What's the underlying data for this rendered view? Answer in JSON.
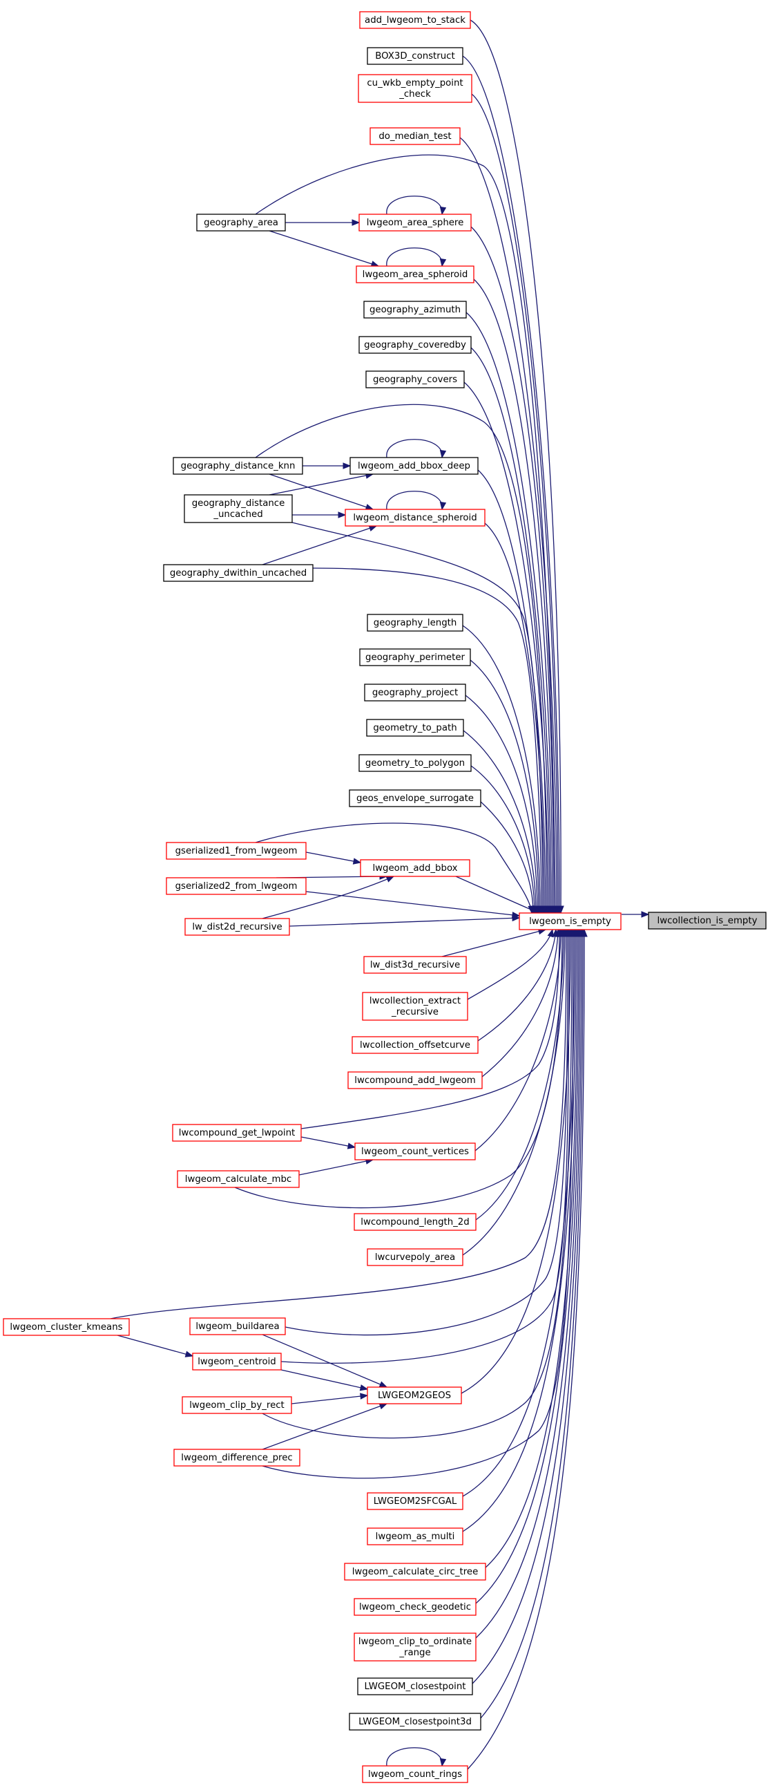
{
  "graph": {
    "edge_color": "#191970",
    "node_fill": "#ffffff",
    "focus_node_fill": "#bfbfbf",
    "border_colors": {
      "red": "#ff0000",
      "black": "#000000"
    }
  },
  "nodes": [
    {
      "id": "lwcollection_is_empty",
      "label": [
        "lwcollection_is_empty"
      ],
      "border": "black",
      "focus": true
    },
    {
      "id": "lwgeom_is_empty",
      "label": [
        "lwgeom_is_empty"
      ],
      "border": "red"
    },
    {
      "id": "add_lwgeom_to_stack",
      "label": [
        "add_lwgeom_to_stack"
      ],
      "border": "red"
    },
    {
      "id": "BOX3D_construct",
      "label": [
        "BOX3D_construct"
      ],
      "border": "black"
    },
    {
      "id": "cu_wkb_empty_point_check",
      "label": [
        "cu_wkb_empty_point",
        "_check"
      ],
      "border": "red"
    },
    {
      "id": "do_median_test",
      "label": [
        "do_median_test"
      ],
      "border": "red"
    },
    {
      "id": "geography_area",
      "label": [
        "geography_area"
      ],
      "border": "black"
    },
    {
      "id": "lwgeom_area_sphere",
      "label": [
        "lwgeom_area_sphere"
      ],
      "border": "red"
    },
    {
      "id": "lwgeom_area_spheroid",
      "label": [
        "lwgeom_area_spheroid"
      ],
      "border": "red"
    },
    {
      "id": "geography_azimuth",
      "label": [
        "geography_azimuth"
      ],
      "border": "black"
    },
    {
      "id": "geography_coveredby",
      "label": [
        "geography_coveredby"
      ],
      "border": "black"
    },
    {
      "id": "geography_covers",
      "label": [
        "geography_covers"
      ],
      "border": "black"
    },
    {
      "id": "geography_distance_knn",
      "label": [
        "geography_distance_knn"
      ],
      "border": "black"
    },
    {
      "id": "lwgeom_add_bbox_deep",
      "label": [
        "lwgeom_add_bbox_deep"
      ],
      "border": "black"
    },
    {
      "id": "geography_distance_uncached",
      "label": [
        "geography_distance",
        "_uncached"
      ],
      "border": "black"
    },
    {
      "id": "lwgeom_distance_spheroid",
      "label": [
        "lwgeom_distance_spheroid"
      ],
      "border": "red"
    },
    {
      "id": "geography_dwithin_uncached",
      "label": [
        "geography_dwithin_uncached"
      ],
      "border": "black"
    },
    {
      "id": "geography_length",
      "label": [
        "geography_length"
      ],
      "border": "black"
    },
    {
      "id": "geography_perimeter",
      "label": [
        "geography_perimeter"
      ],
      "border": "black"
    },
    {
      "id": "geography_project",
      "label": [
        "geography_project"
      ],
      "border": "black"
    },
    {
      "id": "geometry_to_path",
      "label": [
        "geometry_to_path"
      ],
      "border": "black"
    },
    {
      "id": "geometry_to_polygon",
      "label": [
        "geometry_to_polygon"
      ],
      "border": "black"
    },
    {
      "id": "geos_envelope_surrogate",
      "label": [
        "geos_envelope_surrogate"
      ],
      "border": "black"
    },
    {
      "id": "gserialized1_from_lwgeom",
      "label": [
        "gserialized1_from_lwgeom"
      ],
      "border": "red"
    },
    {
      "id": "lwgeom_add_bbox",
      "label": [
        "lwgeom_add_bbox"
      ],
      "border": "red"
    },
    {
      "id": "gserialized2_from_lwgeom",
      "label": [
        "gserialized2_from_lwgeom"
      ],
      "border": "red"
    },
    {
      "id": "lw_dist2d_recursive",
      "label": [
        "lw_dist2d_recursive"
      ],
      "border": "red"
    },
    {
      "id": "lw_dist3d_recursive",
      "label": [
        "lw_dist3d_recursive"
      ],
      "border": "red"
    },
    {
      "id": "lwcollection_extract_recursive",
      "label": [
        "lwcollection_extract",
        "_recursive"
      ],
      "border": "red"
    },
    {
      "id": "lwcollection_offsetcurve",
      "label": [
        "lwcollection_offsetcurve"
      ],
      "border": "red"
    },
    {
      "id": "lwcompound_add_lwgeom",
      "label": [
        "lwcompound_add_lwgeom"
      ],
      "border": "red"
    },
    {
      "id": "lwcompound_get_lwpoint",
      "label": [
        "lwcompound_get_lwpoint"
      ],
      "border": "red"
    },
    {
      "id": "lwgeom_count_vertices",
      "label": [
        "lwgeom_count_vertices"
      ],
      "border": "red"
    },
    {
      "id": "lwgeom_calculate_mbc",
      "label": [
        "lwgeom_calculate_mbc"
      ],
      "border": "red"
    },
    {
      "id": "lwcompound_length_2d",
      "label": [
        "lwcompound_length_2d"
      ],
      "border": "red"
    },
    {
      "id": "lwcurvepoly_area",
      "label": [
        "lwcurvepoly_area"
      ],
      "border": "red"
    },
    {
      "id": "lwgeom_cluster_kmeans",
      "label": [
        "lwgeom_cluster_kmeans"
      ],
      "border": "red"
    },
    {
      "id": "lwgeom_buildarea",
      "label": [
        "lwgeom_buildarea"
      ],
      "border": "red"
    },
    {
      "id": "lwgeom_centroid",
      "label": [
        "lwgeom_centroid"
      ],
      "border": "red"
    },
    {
      "id": "LWGEOM2GEOS",
      "label": [
        "LWGEOM2GEOS"
      ],
      "border": "red"
    },
    {
      "id": "lwgeom_clip_by_rect",
      "label": [
        "lwgeom_clip_by_rect"
      ],
      "border": "red"
    },
    {
      "id": "lwgeom_difference_prec",
      "label": [
        "lwgeom_difference_prec"
      ],
      "border": "red"
    },
    {
      "id": "LWGEOM2SFCGAL",
      "label": [
        "LWGEOM2SFCGAL"
      ],
      "border": "red"
    },
    {
      "id": "lwgeom_as_multi",
      "label": [
        "lwgeom_as_multi"
      ],
      "border": "red"
    },
    {
      "id": "lwgeom_calculate_circ_tree",
      "label": [
        "lwgeom_calculate_circ_tree"
      ],
      "border": "red"
    },
    {
      "id": "lwgeom_check_geodetic",
      "label": [
        "lwgeom_check_geodetic"
      ],
      "border": "red"
    },
    {
      "id": "lwgeom_clip_to_ordinate_range",
      "label": [
        "lwgeom_clip_to_ordinate",
        "_range"
      ],
      "border": "red"
    },
    {
      "id": "LWGEOM_closestpoint",
      "label": [
        "LWGEOM_closestpoint"
      ],
      "border": "black"
    },
    {
      "id": "LWGEOM_closestpoint3d",
      "label": [
        "LWGEOM_closestpoint3d"
      ],
      "border": "black"
    },
    {
      "id": "lwgeom_count_rings",
      "label": [
        "lwgeom_count_rings"
      ],
      "border": "red"
    }
  ],
  "edges": [
    {
      "from": "lwgeom_is_empty",
      "to": "lwcollection_is_empty"
    },
    {
      "from": "add_lwgeom_to_stack",
      "to": "lwgeom_is_empty"
    },
    {
      "from": "BOX3D_construct",
      "to": "lwgeom_is_empty"
    },
    {
      "from": "cu_wkb_empty_point_check",
      "to": "lwgeom_is_empty"
    },
    {
      "from": "do_median_test",
      "to": "lwgeom_is_empty"
    },
    {
      "from": "geography_area",
      "to": "lwgeom_is_empty"
    },
    {
      "from": "geography_area",
      "to": "lwgeom_area_sphere"
    },
    {
      "from": "geography_area",
      "to": "lwgeom_area_spheroid"
    },
    {
      "from": "lwgeom_area_sphere",
      "to": "lwgeom_is_empty"
    },
    {
      "from": "lwgeom_area_sphere",
      "to": "lwgeom_area_sphere"
    },
    {
      "from": "lwgeom_area_spheroid",
      "to": "lwgeom_is_empty"
    },
    {
      "from": "lwgeom_area_spheroid",
      "to": "lwgeom_area_spheroid"
    },
    {
      "from": "geography_azimuth",
      "to": "lwgeom_is_empty"
    },
    {
      "from": "geography_coveredby",
      "to": "lwgeom_is_empty"
    },
    {
      "from": "geography_covers",
      "to": "lwgeom_is_empty"
    },
    {
      "from": "geography_distance_knn",
      "to": "lwgeom_is_empty"
    },
    {
      "from": "geography_distance_knn",
      "to": "lwgeom_add_bbox_deep"
    },
    {
      "from": "geography_distance_knn",
      "to": "lwgeom_distance_spheroid"
    },
    {
      "from": "lwgeom_add_bbox_deep",
      "to": "lwgeom_is_empty"
    },
    {
      "from": "lwgeom_add_bbox_deep",
      "to": "lwgeom_add_bbox_deep"
    },
    {
      "from": "geography_distance_uncached",
      "to": "lwgeom_add_bbox_deep"
    },
    {
      "from": "geography_distance_uncached",
      "to": "lwgeom_distance_spheroid"
    },
    {
      "from": "geography_distance_uncached",
      "to": "lwgeom_is_empty"
    },
    {
      "from": "lwgeom_distance_spheroid",
      "to": "lwgeom_is_empty"
    },
    {
      "from": "lwgeom_distance_spheroid",
      "to": "lwgeom_distance_spheroid"
    },
    {
      "from": "geography_dwithin_uncached",
      "to": "lwgeom_distance_spheroid"
    },
    {
      "from": "geography_dwithin_uncached",
      "to": "lwgeom_is_empty"
    },
    {
      "from": "geography_length",
      "to": "lwgeom_is_empty"
    },
    {
      "from": "geography_perimeter",
      "to": "lwgeom_is_empty"
    },
    {
      "from": "geography_project",
      "to": "lwgeom_is_empty"
    },
    {
      "from": "geometry_to_path",
      "to": "lwgeom_is_empty"
    },
    {
      "from": "geometry_to_polygon",
      "to": "lwgeom_is_empty"
    },
    {
      "from": "geos_envelope_surrogate",
      "to": "lwgeom_is_empty"
    },
    {
      "from": "gserialized1_from_lwgeom",
      "to": "lwgeom_is_empty"
    },
    {
      "from": "gserialized1_from_lwgeom",
      "to": "lwgeom_add_bbox"
    },
    {
      "from": "lwgeom_add_bbox",
      "to": "lwgeom_is_empty"
    },
    {
      "from": "gserialized2_from_lwgeom",
      "to": "lwgeom_add_bbox"
    },
    {
      "from": "gserialized2_from_lwgeom",
      "to": "lwgeom_is_empty"
    },
    {
      "from": "lw_dist2d_recursive",
      "to": "lwgeom_add_bbox"
    },
    {
      "from": "lw_dist2d_recursive",
      "to": "lwgeom_is_empty"
    },
    {
      "from": "lw_dist3d_recursive",
      "to": "lwgeom_is_empty"
    },
    {
      "from": "lwcollection_extract_recursive",
      "to": "lwgeom_is_empty"
    },
    {
      "from": "lwcollection_offsetcurve",
      "to": "lwgeom_is_empty"
    },
    {
      "from": "lwcompound_add_lwgeom",
      "to": "lwgeom_is_empty"
    },
    {
      "from": "lwcompound_get_lwpoint",
      "to": "lwgeom_is_empty"
    },
    {
      "from": "lwcompound_get_lwpoint",
      "to": "lwgeom_count_vertices"
    },
    {
      "from": "lwgeom_count_vertices",
      "to": "lwgeom_is_empty"
    },
    {
      "from": "lwgeom_calculate_mbc",
      "to": "lwgeom_count_vertices"
    },
    {
      "from": "lwgeom_calculate_mbc",
      "to": "lwgeom_is_empty"
    },
    {
      "from": "lwcompound_length_2d",
      "to": "lwgeom_is_empty"
    },
    {
      "from": "lwcurvepoly_area",
      "to": "lwgeom_is_empty"
    },
    {
      "from": "lwgeom_cluster_kmeans",
      "to": "lwgeom_is_empty"
    },
    {
      "from": "lwgeom_cluster_kmeans",
      "to": "lwgeom_centroid"
    },
    {
      "from": "lwgeom_buildarea",
      "to": "lwgeom_is_empty"
    },
    {
      "from": "lwgeom_buildarea",
      "to": "LWGEOM2GEOS"
    },
    {
      "from": "lwgeom_centroid",
      "to": "lwgeom_is_empty"
    },
    {
      "from": "lwgeom_centroid",
      "to": "LWGEOM2GEOS"
    },
    {
      "from": "LWGEOM2GEOS",
      "to": "lwgeom_is_empty"
    },
    {
      "from": "lwgeom_clip_by_rect",
      "to": "LWGEOM2GEOS"
    },
    {
      "from": "lwgeom_clip_by_rect",
      "to": "lwgeom_is_empty"
    },
    {
      "from": "lwgeom_difference_prec",
      "to": "LWGEOM2GEOS"
    },
    {
      "from": "lwgeom_difference_prec",
      "to": "lwgeom_is_empty"
    },
    {
      "from": "LWGEOM2SFCGAL",
      "to": "lwgeom_is_empty"
    },
    {
      "from": "lwgeom_as_multi",
      "to": "lwgeom_is_empty"
    },
    {
      "from": "lwgeom_calculate_circ_tree",
      "to": "lwgeom_is_empty"
    },
    {
      "from": "lwgeom_check_geodetic",
      "to": "lwgeom_is_empty"
    },
    {
      "from": "lwgeom_clip_to_ordinate_range",
      "to": "lwgeom_is_empty"
    },
    {
      "from": "LWGEOM_closestpoint",
      "to": "lwgeom_is_empty"
    },
    {
      "from": "LWGEOM_closestpoint3d",
      "to": "lwgeom_is_empty"
    },
    {
      "from": "lwgeom_count_rings",
      "to": "lwgeom_is_empty"
    },
    {
      "from": "lwgeom_count_rings",
      "to": "lwgeom_count_rings"
    }
  ]
}
